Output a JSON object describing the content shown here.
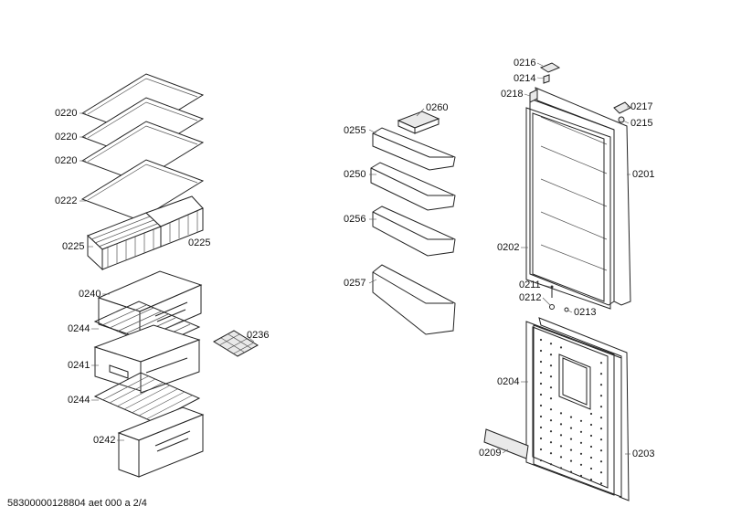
{
  "labels": {
    "l0220a": "0220",
    "l0220b": "0220",
    "l0220c": "0220",
    "l0222": "0222",
    "l0225a": "0225",
    "l0225b": "0225",
    "l0240": "0240",
    "l0244a": "0244",
    "l0241": "0241",
    "l0244b": "0244",
    "l0242": "0242",
    "l0236": "0236",
    "l0260": "0260",
    "l0255": "0255",
    "l0250": "0250",
    "l0256": "0256",
    "l0257": "0257",
    "l0216": "0216",
    "l0214": "0214",
    "l0218": "0218",
    "l0217": "0217",
    "l0215": "0215",
    "l0201": "0201",
    "l0202": "0202",
    "l0211": "0211",
    "l0212": "0212",
    "l0213": "0213",
    "l0204": "0204",
    "l0209": "0209",
    "l0203": "0203"
  },
  "footer": "58300000128804 aet 000 a 2/4"
}
